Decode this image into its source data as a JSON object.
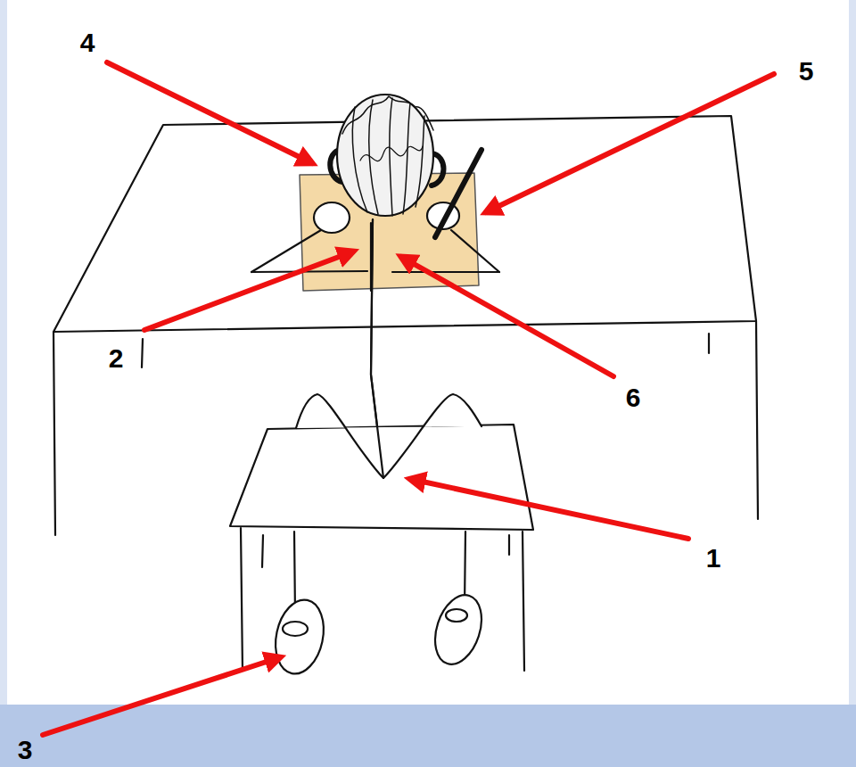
{
  "diagram": {
    "labels": [
      "4",
      "5",
      "2",
      "6",
      "1",
      "3"
    ]
  }
}
